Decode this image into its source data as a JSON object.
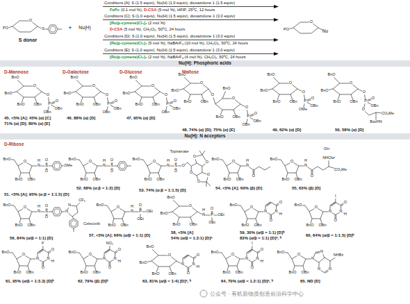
{
  "diagram": {
    "nodes": [
      {
        "text": [
          "Nu(H): Phosphoric acids"
        ]
      },
      {
        "text": [
          "Nu(H): N acceptors"
        ]
      }
    ],
    "labels": [
      "PO",
      "O",
      "S",
      "S donor",
      "+",
      "Nu(H)",
      "Conditions [A]: S (1.5 equiv), Nu(H) (1.0 equiv), dioxazolone 1 (1.5 equiv)",
      "FePc",
      "(0.1 mol %),",
      "D-CSA",
      "(5 mol %), HFIP, 25ºC, 12 hours",
      "Conditions [C]: S (1.0 equiv), Nu(H) (1.5 equiv), dioxazolone 1 (3.0 equiv)",
      "[Ru(p-cymene)Cl₂]₂",
      "(2 mol %)",
      "D-CSA",
      "(5 mol %), CH₂Cl₂, 50ºC, 24 hours",
      "Conditions [D]: S (1.0 equiv), Nu(H) (1.5 equiv), dioxazolone 1 (3.0 equiv)",
      "[Ru(p-cymene)Cl₂]₂",
      "(5 mol %), NaBArF₄ (10 mol %), CH₂Cl₂, 50ºC, 24 hours",
      "Conditions [E]: S (1.0 equiv), Nu(H) (1.5 equiv), dioxazolone 1 (3.0 equiv)",
      "[Ru(p-cymene)Cl₂]₂",
      "(2 mol %), NaBArF₄ (4 mol %), CH₂Cl₂, 50ºC, 24 hours",
      "PO",
      "O",
      "Nu",
      "D-Mannose",
      "D-Galactose",
      "D-Glucose",
      "Maltose",
      "BnO",
      "BnO",
      "BnO",
      "OBn",
      "O",
      "O",
      "P",
      "O",
      "OBn",
      "OBn",
      "BnO",
      "BnO",
      "BnO",
      "OBn",
      "O",
      "O",
      "P",
      "O",
      "OBn",
      "OBn",
      "BnO",
      "BnO",
      "BnO",
      "OBn",
      "O",
      "O",
      "P",
      "O",
      "OBn",
      "OBn",
      "BnO",
      "BnO",
      "BnO",
      "OBn",
      "O",
      "O",
      "BnO",
      "BnO",
      "OBn",
      "O",
      "O",
      "P",
      "O",
      "OBn",
      "OBn",
      "BnO",
      "BnO",
      "BnO",
      "OBn",
      "O",
      "O",
      "P",
      "O",
      "OBn",
      "OMe",
      "BnO",
      "BnO",
      "BnO",
      "OBn",
      "O",
      "O",
      "P",
      "O",
      "OBn",
      "O",
      "BocHN",
      "CO₂Me",
      "45, <5% [A]; 45% (α) [C]",
      "71% (α) [D]; 80% (α) [E]",
      "46, 88% (α) [D]",
      "47, 95% (α) [D]",
      "48, 74% (α) [D]; 75% (α) [E]",
      "49, 62% (α) [D]",
      "50, 58% (α) [D]",
      "D-Ribose",
      "BnO",
      "O",
      "BnO",
      "OBn",
      "N",
      "H",
      "S",
      "O",
      "O",
      "OMe",
      "BnO",
      "O",
      "BnO",
      "OBn",
      "N",
      "H",
      "S",
      "O",
      "O",
      "BnO",
      "O",
      "BnO",
      "OBn",
      "N",
      "H",
      "S",
      "O",
      "O",
      "O",
      "O",
      "O",
      "O",
      "O",
      "O",
      "Topiramate",
      "BnO",
      "O",
      "BnO",
      "OBn",
      "N",
      "H",
      "O",
      "BnO",
      "O",
      "BnO",
      "OBn",
      "N",
      "H",
      "O",
      "NHCbz",
      "CO₂Me",
      "Gln",
      "51, <5% [A]; 95% (α:β = 1:1.5) [D]",
      "52, 68% (α:β = 1:2) [D]",
      "53, 74% (α:β = 1:1.5) [D]",
      "54, <5% [A]; 60% (β) [D]",
      "55, 63% (β) [D]",
      "BnO",
      "O",
      "BnO",
      "OBn",
      "N",
      "H",
      "S",
      "O",
      "O",
      "N",
      "N",
      "CF₃",
      "Celecoxib",
      "BnO",
      "O",
      "BnO",
      "OBn",
      "N",
      "H",
      "P",
      "O",
      "OEt",
      "OEt",
      "BnO",
      "BnO",
      "BnO",
      "OBn",
      "O",
      "N",
      "H",
      "P",
      "O",
      "OEt",
      "OEt",
      "BnO",
      "O",
      "BnO",
      "OBn",
      "N",
      "O",
      "N",
      "H",
      "O",
      "BnO",
      "O",
      "BnO",
      "OBn",
      "N",
      "O",
      "N",
      "H",
      "O",
      "I",
      "56, 84% (α/β = 1:1) [D]",
      "57, <5% [A]; 66% (α/β = 1:1) [D]",
      "58, <5% [A]",
      "54% (α/β = 1.3:1) [D]ᵃ",
      "59, 30% (α/β = 1:1) [D]ᵇ",
      "83% (α/β = 1:1) [D]ᵃ, ᵇ",
      "60, 64% (α/β = 1:1.5) [D]ᵇ",
      "BnO",
      "O",
      "BnO",
      "OBn",
      "N",
      "O",
      "N",
      "H",
      "O",
      "F",
      "BnO",
      "O",
      "BnO",
      "OBn",
      "N",
      "O",
      "N",
      "H",
      "O",
      "NO₂",
      "BnO",
      "BnO",
      "BnO",
      "OBn",
      "O",
      "N",
      "O",
      "N",
      "H",
      "O",
      "BnO",
      "O",
      "BnO",
      "OBn",
      "N",
      "O",
      "N",
      "H",
      "O",
      "I",
      "BnO",
      "O",
      "BnO",
      "OBn",
      "N",
      "N",
      "N",
      "N",
      "NHBz",
      "61, 95% (α/β = 1:3.3) [D]ᵇ",
      "62, 79% (β) [D]ᵇ",
      "63, 81% (α/β = 1:4) [D]ᵃ, ᵇ",
      "64, 70% (α/β = 1.2:1) [D]ᵃ, ᵇ",
      "65, ND [D]",
      "公众号 · 有机新物质创造前沿科学中心"
    ]
  }
}
